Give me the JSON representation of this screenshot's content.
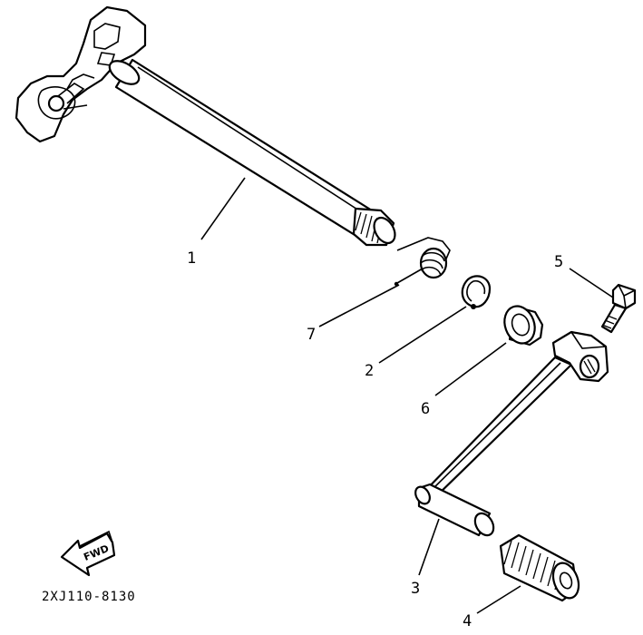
{
  "callouts": [
    "1",
    "2",
    "3",
    "4",
    "5",
    "6",
    "7"
  ],
  "fwd_label": "FWD",
  "part_code": "2XJ110-8130"
}
